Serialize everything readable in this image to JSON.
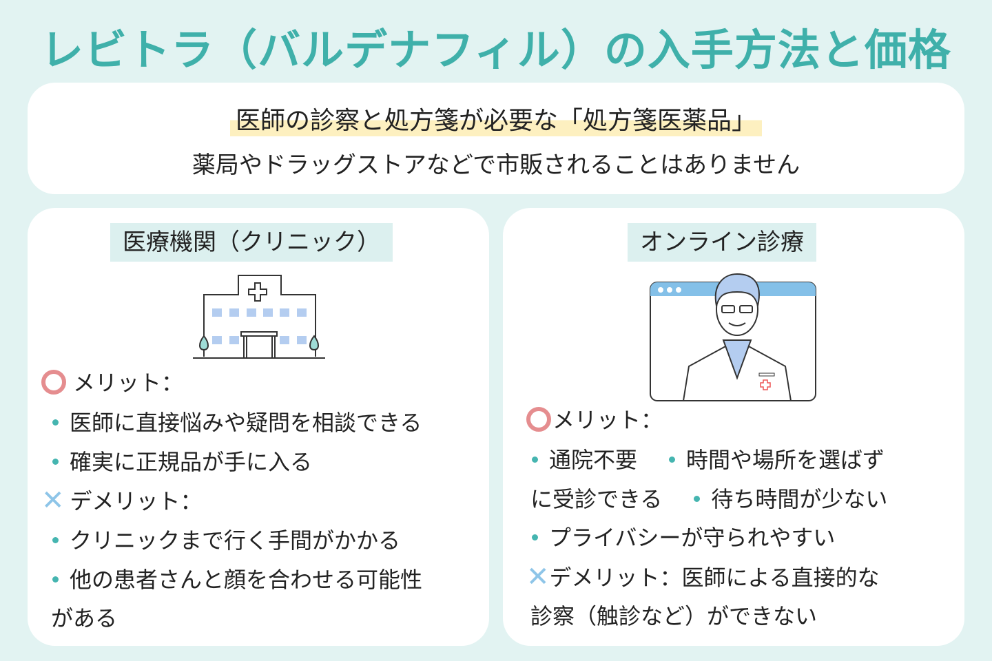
{
  "title": "レビトラ（バルデナフィル）の入手方法と価格",
  "top": {
    "line1": "医師の診察と処方箋が必要な「処方箋医薬品」",
    "line2": "薬局やドラッグストアなどで市販されることはありません"
  },
  "clinic": {
    "heading": "医療機関（クリニック）",
    "merit_label": "メリット：",
    "merits": [
      "医師に直接悩みや疑問を相談できる",
      "確実に正規品が手に入る"
    ],
    "demerit_label": "デメリット：",
    "demerits": [
      "クリニックまで行く手間がかかる",
      "他の患者さんと顔を合わせる可能性",
      "がある"
    ]
  },
  "online": {
    "heading": "オンライン診療",
    "merit_label": "メリット：",
    "merits": [
      "通院不要",
      "時間や場所を選ばず",
      "に受診できる",
      "待ち時間が少ない",
      "プライバシーが守られやすい"
    ],
    "demerit_label": "デメリット：",
    "demerit_text": "医師による直接的な",
    "demerit_text2": "診察（触診など）ができない"
  },
  "colors": {
    "accent": "#3fb0aa",
    "merit": "#e58d8f",
    "demerit": "#8ec5e8"
  }
}
